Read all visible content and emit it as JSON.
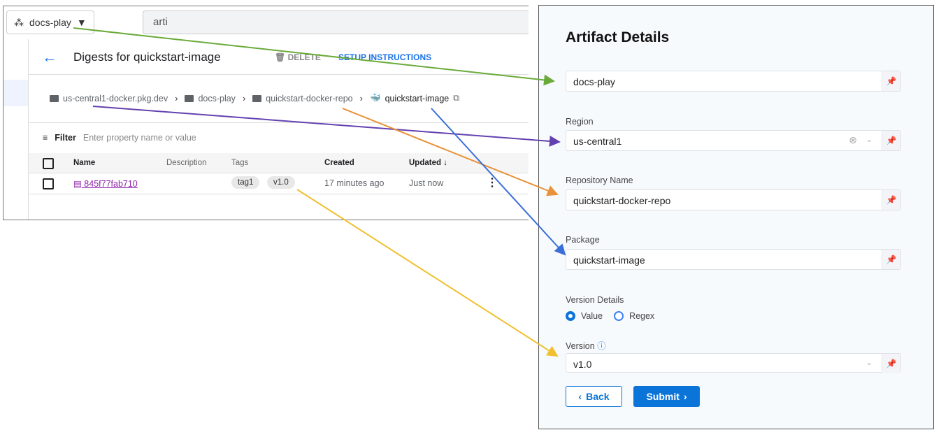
{
  "console": {
    "project": "docs-play",
    "search_value": "arti",
    "page_title": "Digests for quickstart-image",
    "delete_label": "DELETE",
    "setup_label": "SETUP INSTRUCTIONS",
    "breadcrumb": [
      "us-central1-docker.pkg.dev",
      "docs-play",
      "quickstart-docker-repo",
      "quickstart-image"
    ],
    "filter_label": "Filter",
    "filter_placeholder": "Enter property name or value",
    "columns": [
      "Name",
      "Description",
      "Tags",
      "Created",
      "Updated"
    ],
    "rows": [
      {
        "name": "845f77fab710",
        "description": "",
        "tags": [
          "tag1",
          "v1.0"
        ],
        "created": "17 minutes ago",
        "updated": "Just now"
      }
    ]
  },
  "form": {
    "title": "Artifact Details",
    "project_value": "docs-play",
    "region_label": "Region",
    "region_value": "us-central1",
    "repo_label": "Repository Name",
    "repo_value": "quickstart-docker-repo",
    "package_label": "Package",
    "package_value": "quickstart-image",
    "version_details_label": "Version Details",
    "radio_value": "Value",
    "radio_regex": "Regex",
    "selected": "Value",
    "version_label": "Version",
    "version_value": "v1.0",
    "back_label": "Back",
    "submit_label": "Submit"
  },
  "colors": {
    "accent": "#0b74d8",
    "green": "#6aaa3a",
    "purple": "#6441b0",
    "orange": "#e8923a",
    "blue": "#3a6fd8",
    "yellow": "#f0c030"
  }
}
